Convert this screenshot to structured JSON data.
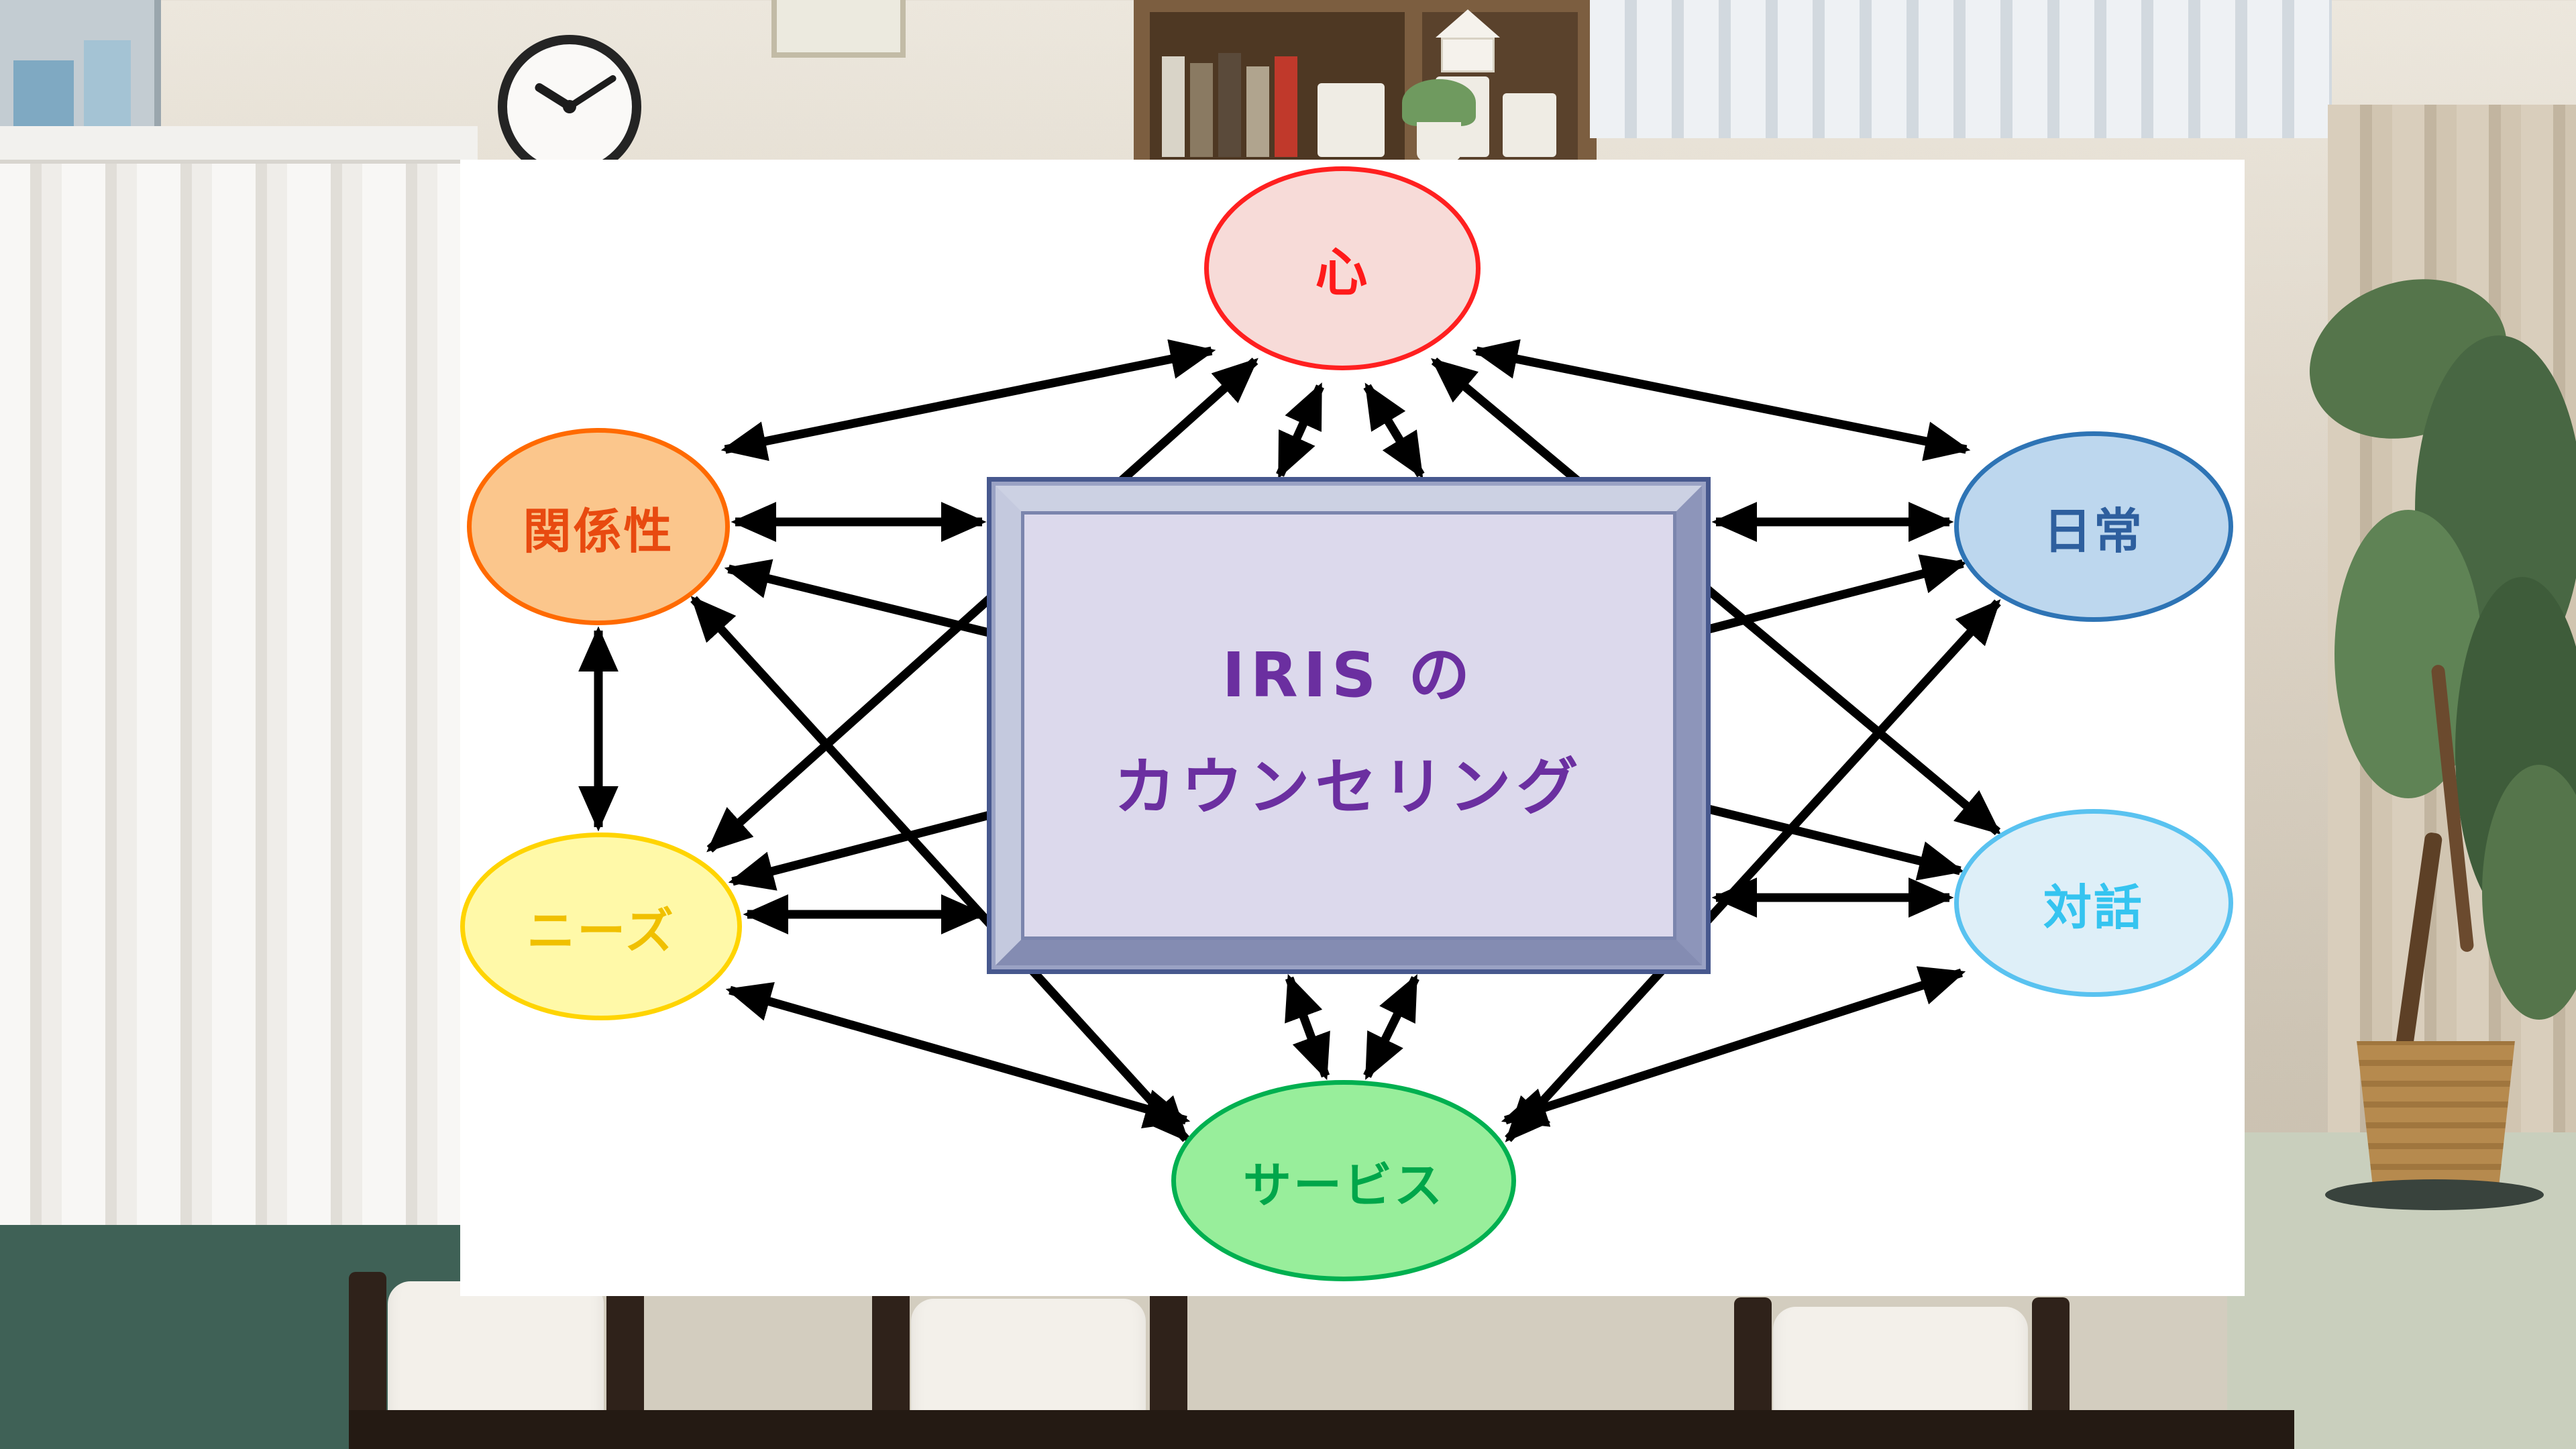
{
  "diagram": {
    "center_box": {
      "line1": "IRIS の",
      "line2": "カウンセリング",
      "text_color": "#6B2FA0"
    },
    "nodes": [
      {
        "id": "kokoro",
        "label": "心",
        "fill": "#F7DBD8",
        "border": "#FF2020",
        "text_color": "#FF1A1A"
      },
      {
        "id": "kankeisei",
        "label": "関係性",
        "fill": "#FBC68C",
        "border": "#FF6A00",
        "text_color": "#E84A10"
      },
      {
        "id": "needs",
        "label": "ニーズ",
        "fill": "#FFF9A8",
        "border": "#FFD400",
        "text_color": "#F0C000"
      },
      {
        "id": "nichijo",
        "label": "日常",
        "fill": "#BDD7EE",
        "border": "#2E74B5",
        "text_color": "#2E5F9E"
      },
      {
        "id": "taiwa",
        "label": "対話",
        "fill": "#DEEFF8",
        "border": "#59C2F0",
        "text_color": "#35C4F0"
      },
      {
        "id": "service",
        "label": "サービス",
        "fill": "#98EE9B",
        "border": "#00B050",
        "text_color": "#00A64A"
      }
    ],
    "edges": [
      [
        "kokoro",
        "kankeisei"
      ],
      [
        "kokoro",
        "nichijo"
      ],
      [
        "kokoro",
        "needs"
      ],
      [
        "kokoro",
        "taiwa"
      ],
      [
        "kokoro",
        "box"
      ],
      [
        "kankeisei",
        "box"
      ],
      [
        "needs",
        "box"
      ],
      [
        "nichijo",
        "box"
      ],
      [
        "taiwa",
        "box"
      ],
      [
        "kankeisei",
        "needs"
      ],
      [
        "kankeisei",
        "service"
      ],
      [
        "nichijo",
        "service"
      ],
      [
        "needs",
        "service"
      ],
      [
        "taiwa",
        "service"
      ],
      [
        "kankeisei",
        "taiwa"
      ],
      [
        "needs",
        "nichijo"
      ],
      [
        "service",
        "box"
      ]
    ],
    "arrow_color": "#000000",
    "arrow_style": "double-headed"
  }
}
